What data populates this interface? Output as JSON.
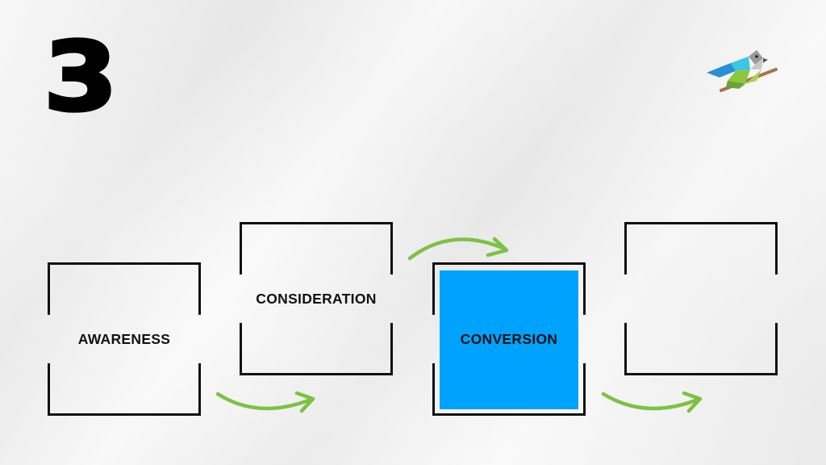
{
  "step": {
    "number": "3"
  },
  "stages": [
    {
      "label": "AWARENESS",
      "highlighted": false
    },
    {
      "label": "CONSIDERATION",
      "highlighted": false
    },
    {
      "label": "CONVERSION",
      "highlighted": true
    },
    {
      "label": "",
      "highlighted": false
    }
  ],
  "colors": {
    "highlight": "#00a2ff",
    "arrow": "#7cc242",
    "frame": "#111111"
  },
  "decor": {
    "icon": "bird-icon"
  }
}
